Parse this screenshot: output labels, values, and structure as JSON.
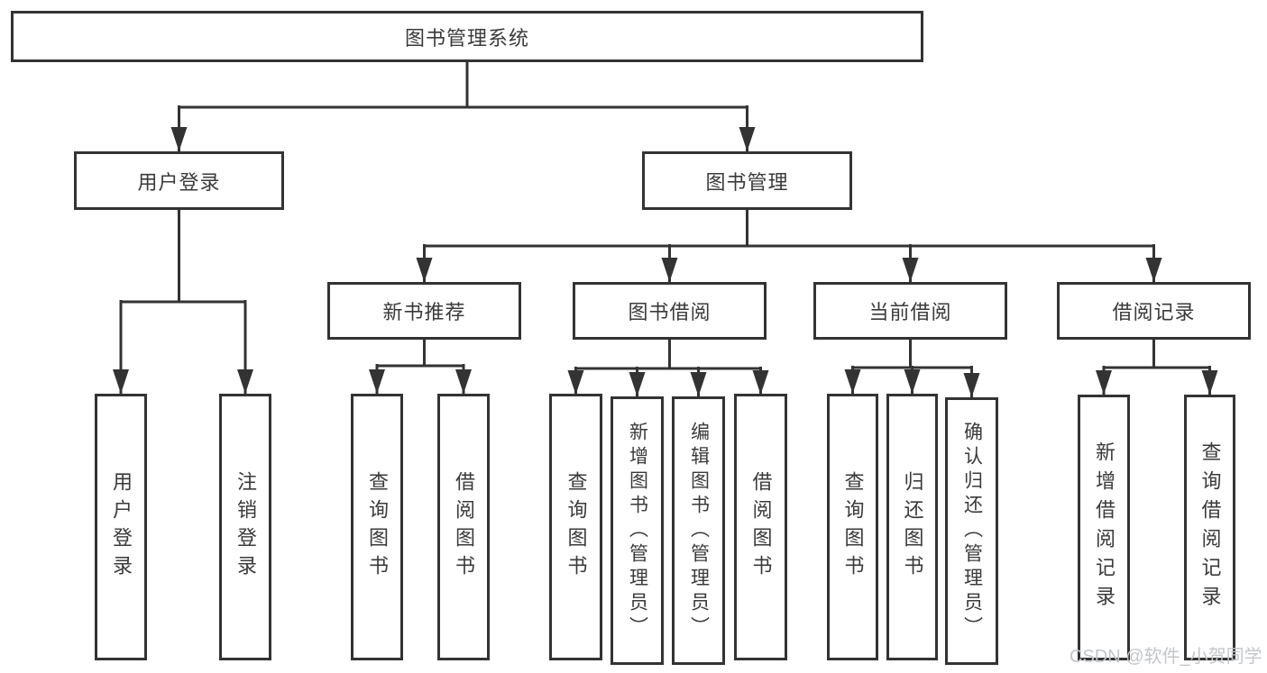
{
  "diagram_title": "图书管理系统",
  "tree": {
    "root": {
      "label": "图书管理系统"
    },
    "branches": [
      {
        "label": "用户登录",
        "children": [
          {
            "label": "用户登录"
          },
          {
            "label": "注销登录"
          }
        ]
      },
      {
        "label": "图书管理",
        "children": [
          {
            "label": "新书推荐",
            "children": [
              {
                "label": "查询图书"
              },
              {
                "label": "借阅图书"
              }
            ]
          },
          {
            "label": "图书借阅",
            "children": [
              {
                "label": "查询图书"
              },
              {
                "label": "新增图书（管理员）"
              },
              {
                "label": "编辑图书（管理员）"
              },
              {
                "label": "借阅图书"
              }
            ]
          },
          {
            "label": "当前借阅",
            "children": [
              {
                "label": "查询图书"
              },
              {
                "label": "归还图书"
              },
              {
                "label": "确认归还（管理员）"
              }
            ]
          },
          {
            "label": "借阅记录",
            "children": [
              {
                "label": "新增借阅记录"
              },
              {
                "label": "查询借阅记录"
              }
            ]
          }
        ]
      }
    ]
  },
  "watermark": {
    "text": "CSDN @软件_小贺同学"
  },
  "colors": {
    "line": "#333333",
    "box_border": "#333333",
    "box_fill": "#ffffff",
    "text": "#3a3a3a",
    "watermark": "#c3c6ca",
    "background": "#ffffff"
  }
}
